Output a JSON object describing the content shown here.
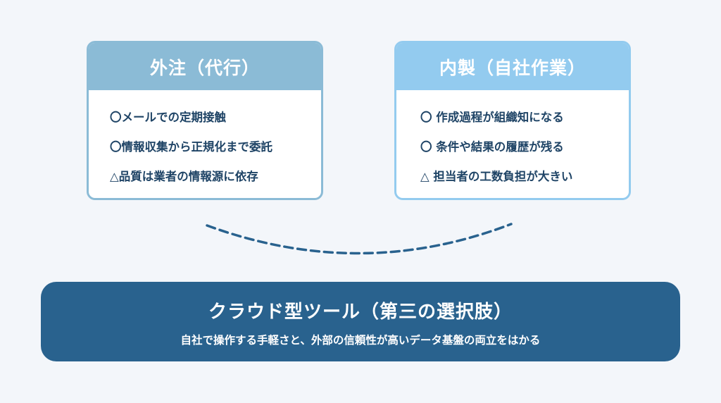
{
  "left_card": {
    "title": "外注（代行）",
    "items": [
      "〇メールでの定期接触",
      "〇情報収集から正規化まで委託",
      "△品質は業者の情報源に依存"
    ]
  },
  "right_card": {
    "title": "内製（自社作業）",
    "items": [
      "〇 作成過程が組織知になる",
      "〇 条件や結果の履歴が残る",
      "△ 担当者の工数負担が大きい"
    ]
  },
  "banner": {
    "title": "クラウド型ツール（第三の選択肢）",
    "subtitle": "自社で操作する手軽さと、外部の信頼性が高いデータ基盤の両立をはかる"
  },
  "colors": {
    "left_accent": "#8bbbd6",
    "right_accent": "#93cbef",
    "banner": "#29628e",
    "text": "#1f4466",
    "background": "#f3f6fa"
  }
}
